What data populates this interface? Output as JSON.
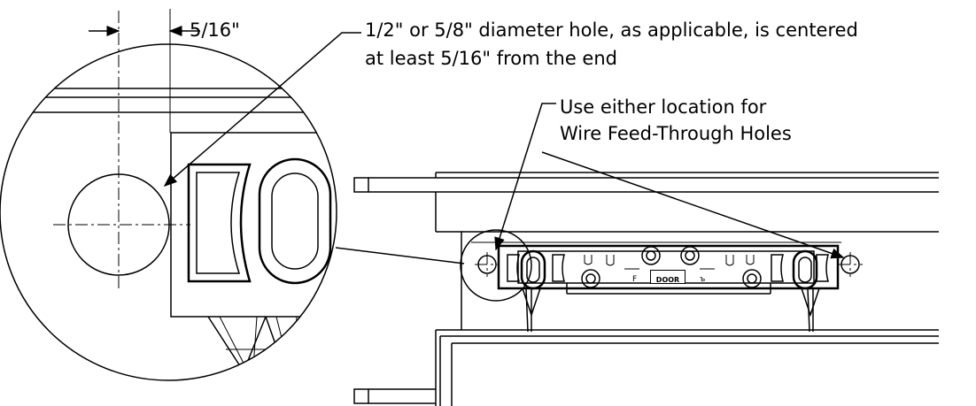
{
  "labels": {
    "dimension": "5/16\"",
    "hole_note_line1": "1/2\" or 5/8\" diameter hole, as applicable, is centered",
    "hole_note_line2": "at least 5/16\" from the end",
    "location_note_line1": "Use either location for",
    "location_note_line2": "Wire Feed-Through Holes",
    "door_label": "DOOR"
  }
}
